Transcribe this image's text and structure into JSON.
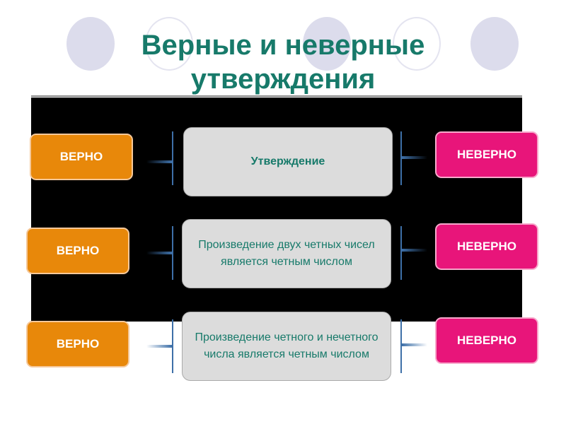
{
  "title": "Верные и неверные утверждения",
  "rows": [
    {
      "left": "ВЕРНО",
      "statement": "Утверждение",
      "right": "НЕВЕРНО"
    },
    {
      "left": "ВЕРНО",
      "statement": "Произведение двух четных чисел является четным числом",
      "right": "НЕВЕРНО"
    },
    {
      "left": "ВЕРНО",
      "statement": "Произведение четного и нечетного числа является четным числом",
      "right": "НЕВЕРНО"
    }
  ],
  "colors": {
    "true": "#e8880a",
    "false": "#e8157a",
    "title": "#177a6a"
  }
}
